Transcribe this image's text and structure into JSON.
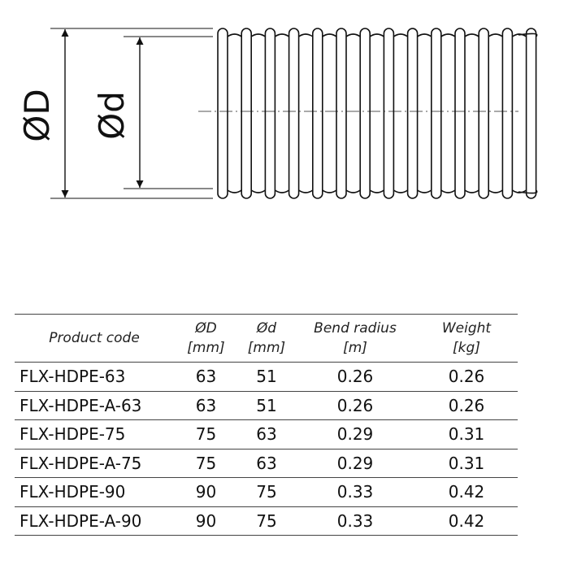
{
  "drawing": {
    "outer_diameter_label": "ØD",
    "inner_diameter_label": "Ød"
  },
  "table": {
    "headers": [
      {
        "label": "Product code",
        "unit": ""
      },
      {
        "label": "ØD",
        "unit": "[mm]"
      },
      {
        "label": "Ød",
        "unit": "[mm]"
      },
      {
        "label": "Bend radius",
        "unit": "[m]"
      },
      {
        "label": "Weight",
        "unit": "[kg]"
      }
    ],
    "rows": [
      [
        "FLX-HDPE-63",
        "63",
        "51",
        "0.26",
        "0.26"
      ],
      [
        "FLX-HDPE-A-63",
        "63",
        "51",
        "0.26",
        "0.26"
      ],
      [
        "FLX-HDPE-75",
        "75",
        "63",
        "0.29",
        "0.31"
      ],
      [
        "FLX-HDPE-A-75",
        "75",
        "63",
        "0.29",
        "0.31"
      ],
      [
        "FLX-HDPE-90",
        "90",
        "75",
        "0.33",
        "0.42"
      ],
      [
        "FLX-HDPE-A-90",
        "90",
        "75",
        "0.33",
        "0.42"
      ]
    ]
  }
}
